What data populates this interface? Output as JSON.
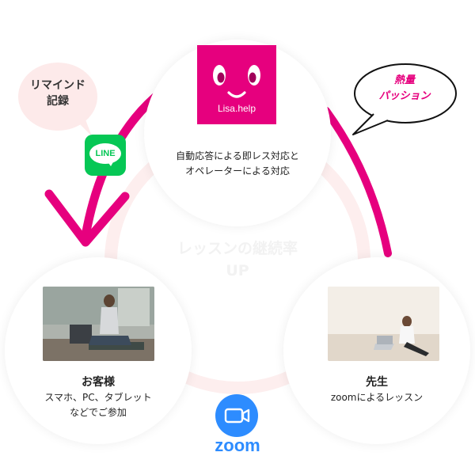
{
  "center_label": {
    "line1": "レッスンの継続率",
    "line2": "UP"
  },
  "lisa": {
    "logo_text": "Lisa.help",
    "line1": "自動応答による即レス対応と",
    "line2": "オペレーターによる対応"
  },
  "customer": {
    "title": "お客様",
    "line1": "スマホ、PC、タブレット",
    "line2": "などでご参加"
  },
  "teacher": {
    "title": "先生",
    "line1": "zoomによるレッスン"
  },
  "bubble_left": {
    "line1": "リマインド",
    "line2": "記録"
  },
  "bubble_right": {
    "line1": "熱量",
    "line2": "パッション"
  },
  "line_logo": {
    "text": "LINE"
  },
  "zoom_logo": {
    "text": "zoom"
  },
  "colors": {
    "accent_pink": "#e6007e",
    "line_green": "#06c755",
    "zoom_blue": "#2d8cff"
  }
}
